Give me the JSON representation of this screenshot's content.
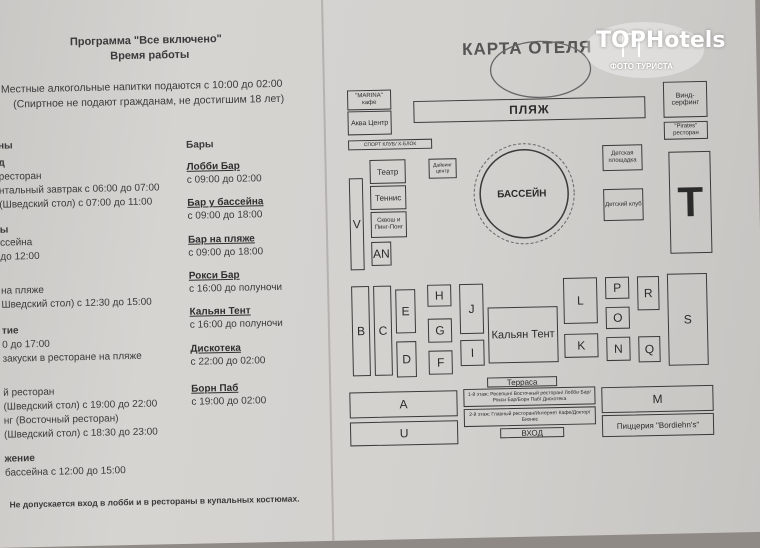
{
  "header": {
    "title": "Программа \"Все включено\"",
    "subtitle": "Время работы"
  },
  "notice": {
    "line1": "Местные алкогольные напитки подаются с 10:00 до 02:00",
    "line2": "(Спиртное не подают гражданам, не достигшим 18 лет)"
  },
  "left_column": [
    {
      "text": "ны",
      "bold": true
    },
    {
      "text": "д",
      "bold": true
    },
    {
      "text": "ресторан",
      "bold": false
    },
    {
      "text": "нтальный завтрак с 06:00 до 07:00",
      "bold": false
    },
    {
      "text": "(Шведский стол) с 07:00 до 11:00",
      "bold": false
    },
    {
      "text": "ы",
      "bold": true
    },
    {
      "text": "ссейна",
      "bold": false
    },
    {
      "text": "до 12:00",
      "bold": false
    },
    {
      "text": "на пляже",
      "bold": false
    },
    {
      "text": "Шведский стол) с 12:30 до 15:00",
      "bold": false
    },
    {
      "text": "тие",
      "bold": true
    },
    {
      "text": "0 до 17:00",
      "bold": false
    },
    {
      "text": "закуски в ресторане на пляже",
      "bold": false
    },
    {
      "text": "й ресторан",
      "bold": false
    },
    {
      "text": "(Шведский стол) с 19:00 до 22:00",
      "bold": false
    },
    {
      "text": "нг (Восточный ресторан)",
      "bold": false
    },
    {
      "text": "(Шведский стол) с 18:30 до 23:00",
      "bold": false
    },
    {
      "text": "жение",
      "bold": true
    },
    {
      "text": "бассейна с 12:00 до 15:00",
      "bold": false
    }
  ],
  "bars": {
    "heading": "Бары",
    "items": [
      {
        "name": "Лобби Бар",
        "hours": "с 09:00 до 02:00"
      },
      {
        "name": "Бар у бассейна",
        "hours": "с 09:00 до 18:00"
      },
      {
        "name": "Бар на пляже",
        "hours": "с 09:00 до 18:00"
      },
      {
        "name": "Рокси Бар",
        "hours": "с 16:00 до полуночи"
      },
      {
        "name": "Кальян Тент",
        "hours": "с 16:00 до полуночи"
      },
      {
        "name": "Дискотека",
        "hours": "с 22:00 до 02:00"
      },
      {
        "name": "Борн Паб",
        "hours": "с 19:00 до 02:00"
      }
    ]
  },
  "footer": "Не допускается вход в лобби и в рестораны в купальных костюмах.",
  "map": {
    "title": "КАРТА ОТЕЛЯ",
    "beach": "ПЛЯЖ",
    "marina": "\"MARINA\" кафе",
    "aqua": "Аква Центр",
    "windsurf": "Винд-серфинг",
    "pirates": "\"Pirates\" ресторан",
    "sport": "СПОРТ КЛУБ/ X-БЛОК",
    "theatre": "Театр",
    "tennis": "Теннис",
    "squash": "Сквош и Пинг-Понг",
    "diving": "Дайвинг центр",
    "pool": "БАССЕЙН",
    "playground": "Детская площадка",
    "kids_club": "Детский клуб",
    "hookah": "Кальян Тент",
    "terrace": "Терраса",
    "floor1": "1-й этаж: Ресепшн/ Восточный ресторан/ Лобби Бар/Рокси Бар/Борн Паб/ Дискотека",
    "floor2": "2-й этаж: Главный ресторан/Интернет Кафе/Доктор/Бизнес",
    "entrance": "ВХОД",
    "pizzeria": "Пиццерия \"Bordiehn's\"",
    "blocks": {
      "T": "T",
      "V": "V",
      "AN": "AN",
      "B": "B",
      "C": "C",
      "D": "D",
      "E": "E",
      "F": "F",
      "G": "G",
      "H": "H",
      "I": "I",
      "J": "J",
      "K": "K",
      "L": "L",
      "N": "N",
      "O": "O",
      "P": "P",
      "Q": "Q",
      "R": "R",
      "S": "S",
      "A": "A",
      "U": "U",
      "M": "M"
    }
  },
  "logo": {
    "brand": "TOPHotels",
    "tagline": "ФОТО ТУРИСТА"
  }
}
